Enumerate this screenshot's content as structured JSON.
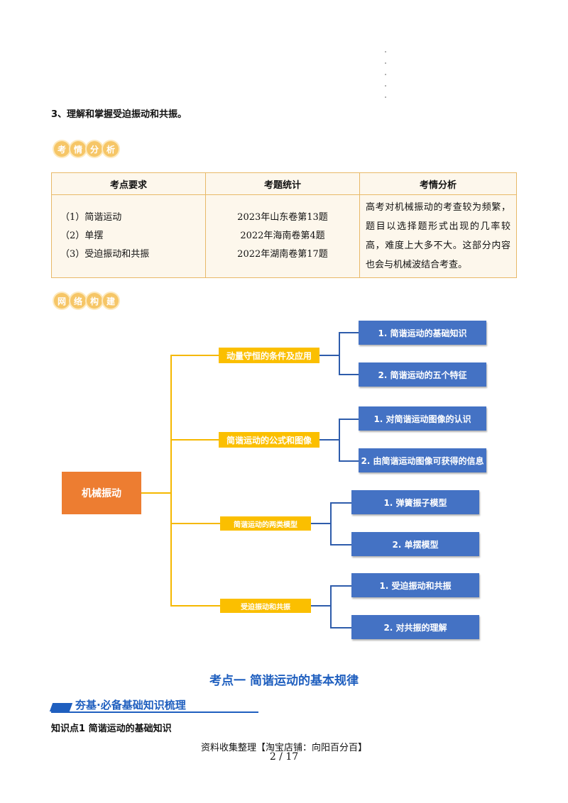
{
  "item3": "3、理解和掌握受迫振动和共振。",
  "badge_analysis": [
    "考",
    "情",
    "分",
    "析"
  ],
  "badge_network": [
    "网",
    "络",
    "构",
    "建"
  ],
  "table": {
    "headers": [
      "考点要求",
      "考题统计",
      "考情分析"
    ],
    "requirements": [
      "（1）简谐运动",
      "（2）单摆",
      "（3）受迫振动和共振"
    ],
    "statistics": [
      "2023年山东卷第13题",
      "2022年海南卷第4题",
      "2022年湖南卷第17题"
    ],
    "analysis": "高考对机械振动的考查较为频繁，题目以选择题形式出现的几率较高，难度上大多不大。这部分内容也会与机械波结合考查。"
  },
  "mindmap": {
    "root": "机械振动",
    "branches": [
      {
        "label": "动量守恒的条件及应用",
        "leaves": [
          "1. 简谐运动的基础知识",
          "2. 简谐运动的五个特征"
        ]
      },
      {
        "label": "简谐运动的公式和图像",
        "leaves": [
          "1. 对简谐运动图像的认识",
          "2. 由简谐运动图像可获得的信息"
        ]
      },
      {
        "label": "简谐运动的两类模型",
        "leaves": [
          "1. 弹簧振子模型",
          "2. 单摆模型"
        ]
      },
      {
        "label": "受迫振动和共振",
        "leaves": [
          "1. 受迫振动和共振",
          "2. 对共振的理解"
        ]
      }
    ]
  },
  "section_title": "考点一 简谐运动的基本规律",
  "banner": "夯基·必备基础知识梳理",
  "knowledge_point": "知识点1 简谐运动的基础知识",
  "footer": "资料收集整理【淘宝店铺：向阳百分百】",
  "page_number": "2 / 17"
}
